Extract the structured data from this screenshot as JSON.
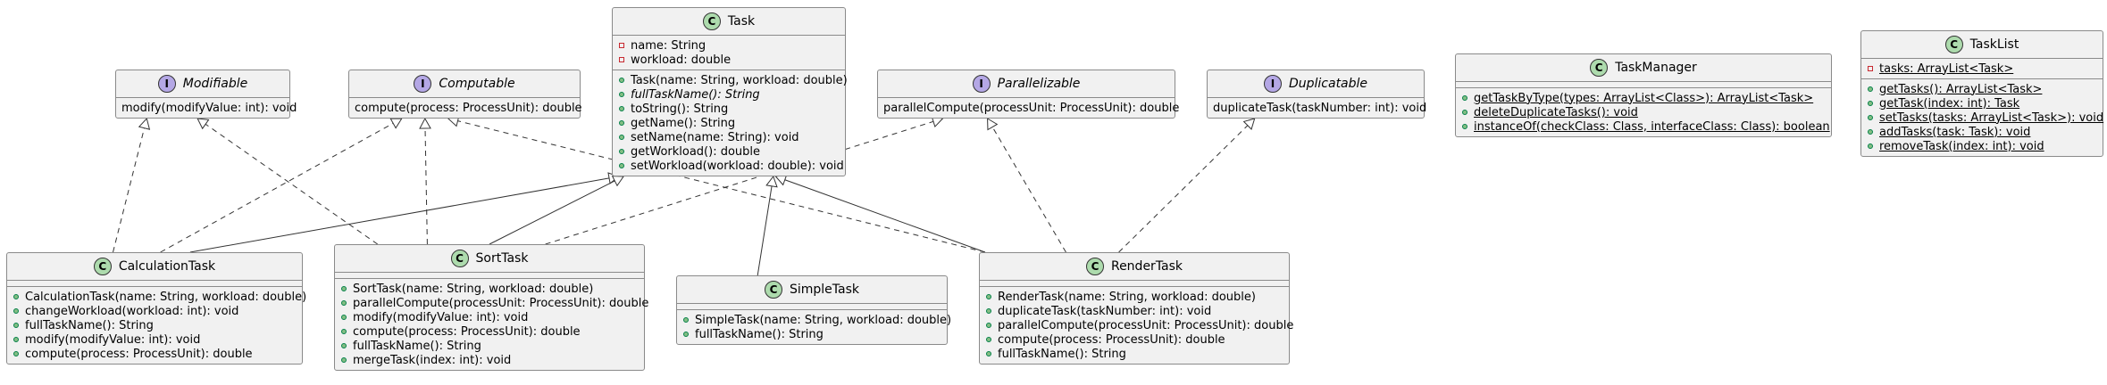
{
  "classes": {
    "task": {
      "name": "Task",
      "kind": "C",
      "fields": [
        {
          "vis": "priv",
          "text": "name: String"
        },
        {
          "vis": "priv",
          "text": "workload: double"
        }
      ],
      "methods": [
        {
          "vis": "pub",
          "text": "Task(name: String, workload: double)"
        },
        {
          "vis": "pub",
          "text": "fullTaskName(): String",
          "italic": true
        },
        {
          "vis": "pub",
          "text": "toString(): String"
        },
        {
          "vis": "pub",
          "text": "getName(): String"
        },
        {
          "vis": "pub",
          "text": "setName(name: String): void"
        },
        {
          "vis": "pub",
          "text": "getWorkload(): double"
        },
        {
          "vis": "pub",
          "text": "setWorkload(workload: double): void"
        }
      ]
    },
    "modifiable": {
      "name": "Modifiable",
      "kind": "I",
      "methods": [
        {
          "text": "modify(modifyValue: int): void"
        }
      ]
    },
    "computable": {
      "name": "Computable",
      "kind": "I",
      "methods": [
        {
          "text": "compute(process: ProcessUnit): double"
        }
      ]
    },
    "parallelizable": {
      "name": "Parallelizable",
      "kind": "I",
      "methods": [
        {
          "text": "parallelCompute(processUnit: ProcessUnit): double"
        }
      ]
    },
    "duplicatable": {
      "name": "Duplicatable",
      "kind": "I",
      "methods": [
        {
          "text": "duplicateTask(taskNumber: int): void"
        }
      ]
    },
    "taskmanager": {
      "name": "TaskManager",
      "kind": "C",
      "methods": [
        {
          "vis": "pub",
          "text": "getTaskByType(types: ArrayList<Class>): ArrayList<Task>",
          "underline": true
        },
        {
          "vis": "pub",
          "text": "deleteDuplicateTasks(): void",
          "underline": true
        },
        {
          "vis": "pub",
          "text": "instanceOf(checkClass: Class, interfaceClass: Class): boolean",
          "underline": true
        }
      ]
    },
    "tasklist": {
      "name": "TaskList",
      "kind": "C",
      "fields": [
        {
          "vis": "priv",
          "text": "tasks: ArrayList<Task>",
          "underline": true
        }
      ],
      "methods": [
        {
          "vis": "pub",
          "text": "getTasks(): ArrayList<Task>",
          "underline": true
        },
        {
          "vis": "pub",
          "text": "getTask(index: int): Task",
          "underline": true
        },
        {
          "vis": "pub",
          "text": "setTasks(tasks: ArrayList<Task>): void",
          "underline": true
        },
        {
          "vis": "pub",
          "text": "addTasks(task: Task): void",
          "underline": true
        },
        {
          "vis": "pub",
          "text": "removeTask(index: int): void",
          "underline": true
        }
      ]
    },
    "calculationtask": {
      "name": "CalculationTask",
      "kind": "C",
      "methods": [
        {
          "vis": "pub",
          "text": "CalculationTask(name: String, workload: double)"
        },
        {
          "vis": "pub",
          "text": "changeWorkload(workload: int): void"
        },
        {
          "vis": "pub",
          "text": "fullTaskName(): String"
        },
        {
          "vis": "pub",
          "text": "modify(modifyValue: int): void"
        },
        {
          "vis": "pub",
          "text": "compute(process: ProcessUnit): double"
        }
      ]
    },
    "sorttask": {
      "name": "SortTask",
      "kind": "C",
      "methods": [
        {
          "vis": "pub",
          "text": "SortTask(name: String, workload: double)"
        },
        {
          "vis": "pub",
          "text": "parallelCompute(processUnit: ProcessUnit): double"
        },
        {
          "vis": "pub",
          "text": "modify(modifyValue: int): void"
        },
        {
          "vis": "pub",
          "text": "compute(process: ProcessUnit): double"
        },
        {
          "vis": "pub",
          "text": "fullTaskName(): String"
        },
        {
          "vis": "pub",
          "text": "mergeTask(index: int): void"
        }
      ]
    },
    "simpletask": {
      "name": "SimpleTask",
      "kind": "C",
      "methods": [
        {
          "vis": "pub",
          "text": "SimpleTask(name: String, workload: double)"
        },
        {
          "vis": "pub",
          "text": "fullTaskName(): String"
        }
      ]
    },
    "rendertask": {
      "name": "RenderTask",
      "kind": "C",
      "methods": [
        {
          "vis": "pub",
          "text": "RenderTask(name: String, workload: double)"
        },
        {
          "vis": "pub",
          "text": "duplicateTask(taskNumber: int): void"
        },
        {
          "vis": "pub",
          "text": "parallelCompute(processUnit: ProcessUnit): double"
        },
        {
          "vis": "pub",
          "text": "compute(process: ProcessUnit): double"
        },
        {
          "vis": "pub",
          "text": "fullTaskName(): String"
        }
      ]
    }
  },
  "relations": [
    {
      "from": "calculationtask",
      "to": "task",
      "type": "extends"
    },
    {
      "from": "sorttask",
      "to": "task",
      "type": "extends"
    },
    {
      "from": "simpletask",
      "to": "task",
      "type": "extends"
    },
    {
      "from": "rendertask",
      "to": "task",
      "type": "extends"
    },
    {
      "from": "calculationtask",
      "to": "modifiable",
      "type": "implements"
    },
    {
      "from": "calculationtask",
      "to": "computable",
      "type": "implements"
    },
    {
      "from": "sorttask",
      "to": "modifiable",
      "type": "implements"
    },
    {
      "from": "sorttask",
      "to": "computable",
      "type": "implements"
    },
    {
      "from": "sorttask",
      "to": "parallelizable",
      "type": "implements"
    },
    {
      "from": "rendertask",
      "to": "computable",
      "type": "implements"
    },
    {
      "from": "rendertask",
      "to": "parallelizable",
      "type": "implements"
    },
    {
      "from": "rendertask",
      "to": "duplicatable",
      "type": "implements"
    }
  ],
  "colors": {
    "class_badge": "#addbad",
    "interface_badge": "#b4a7e5",
    "box_fill": "#f1f1f1",
    "border": "#8a8a8a",
    "public_icon": "#84be84",
    "private_icon": "#c82930"
  }
}
